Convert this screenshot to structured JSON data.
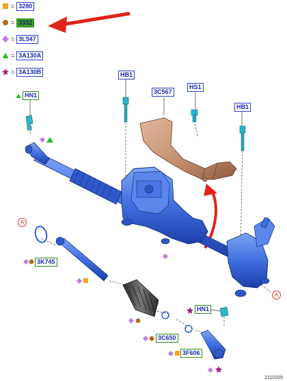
{
  "legend": [
    {
      "symbol": "square",
      "color": "#f2a81c",
      "eq": "=",
      "code": "3280"
    },
    {
      "symbol": "circle",
      "color": "#b36a1a",
      "eq": "=",
      "code": "3332"
    },
    {
      "symbol": "diamond",
      "color": "#c07be0",
      "eq": "=",
      "code": "3L547"
    },
    {
      "symbol": "triangle",
      "color": "#2fb52f",
      "eq": "=",
      "code": "3A130A"
    },
    {
      "symbol": "star",
      "color": "#9a1e7e",
      "eq": "=",
      "code": "3A130B"
    }
  ],
  "labels": {
    "hn1_left": "HN1",
    "hb1_top": "HB1",
    "c567": "3C567",
    "hs1": "HS1",
    "hb1_right": "HB1",
    "k745": "3K745",
    "hn1_right": "HN1",
    "c650": "3C650",
    "f606": "3F606"
  },
  "markers": {
    "a_left": "A",
    "a_right": "A"
  },
  "reference": "2110205",
  "colors": {
    "part_blue": "#3f6fe0",
    "shield_copper": "#c79476",
    "arrow_red": "#e0241b",
    "tag_border_blue": "#2b3fc7",
    "tag_border_green": "#2e8b1e"
  }
}
